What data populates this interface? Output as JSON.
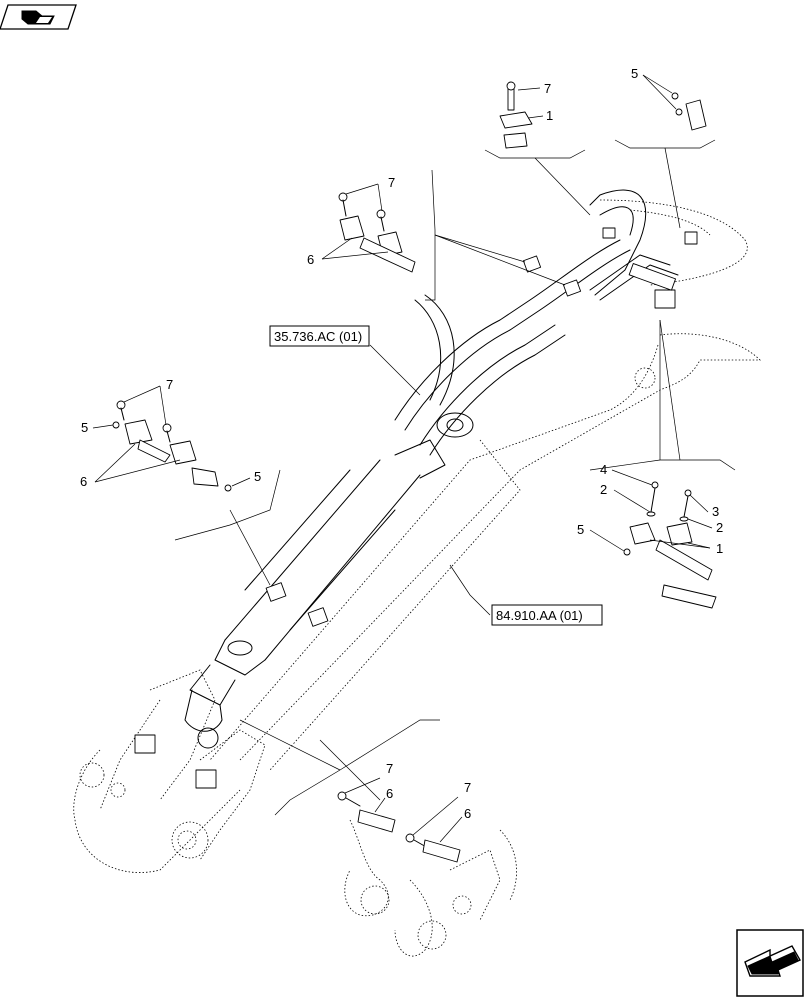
{
  "diagram": {
    "references": [
      {
        "id": "ref-hoses",
        "label": "35.736.AC (01)"
      },
      {
        "id": "ref-boom",
        "label": "84.910.AA (01)"
      }
    ],
    "callouts": {
      "top_bracket": [
        "7",
        "1"
      ],
      "top_right_nut": [
        "5"
      ],
      "upper_left_clamps": [
        "7",
        "6"
      ],
      "left_clamps": [
        "7",
        "5",
        "6",
        "5"
      ],
      "right_clamp": [
        "4",
        "2",
        "3",
        "2",
        "5",
        "1"
      ],
      "bottom_clamps": [
        "7",
        "6",
        "7",
        "6"
      ]
    },
    "icons": {
      "top_left": "return-to-index-icon",
      "bottom_right": "next-page-arrow-icon"
    }
  }
}
